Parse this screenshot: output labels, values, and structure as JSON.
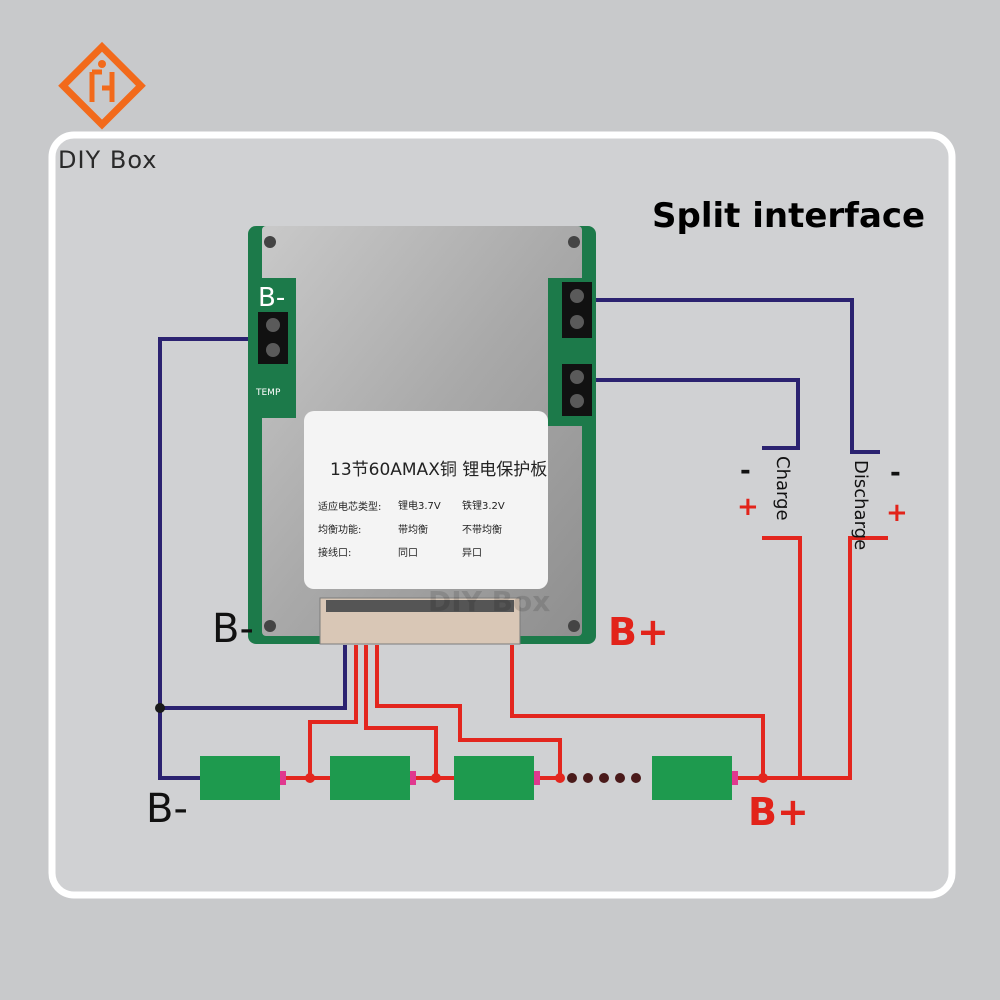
{
  "brand": {
    "name": "DIY Box",
    "watermark": "DIY Box"
  },
  "title": "Split interface",
  "board": {
    "left_terminal_label": "B-",
    "temp_label": "TEMP",
    "card": {
      "heading": "13节60AMAX铜 锂电保护板",
      "row1_label": "适应电芯类型:",
      "row1_opt1": "锂电3.7V",
      "row1_opt2": "铁锂3.2V",
      "row2_label": "均衡功能:",
      "row2_opt1": "带均衡",
      "row2_opt2": "不带均衡",
      "row3_label": "接线口:",
      "row3_opt1": "同口",
      "row3_opt2": "异口"
    }
  },
  "labels": {
    "b_minus_board": "B-",
    "b_plus_board": "B+",
    "b_minus_pack": "B-",
    "b_plus_pack": "B+",
    "charge": "Charge",
    "discharge": "Discharge",
    "charge_minus": "-",
    "charge_plus": "+",
    "discharge_minus": "-",
    "discharge_plus": "+"
  },
  "colors": {
    "negative_wire": "#2b2270",
    "positive_wire": "#e3261e",
    "cell": "#1e9a4e",
    "pcb": "#1c7a4a",
    "brand_orange": "#f26a1b"
  }
}
